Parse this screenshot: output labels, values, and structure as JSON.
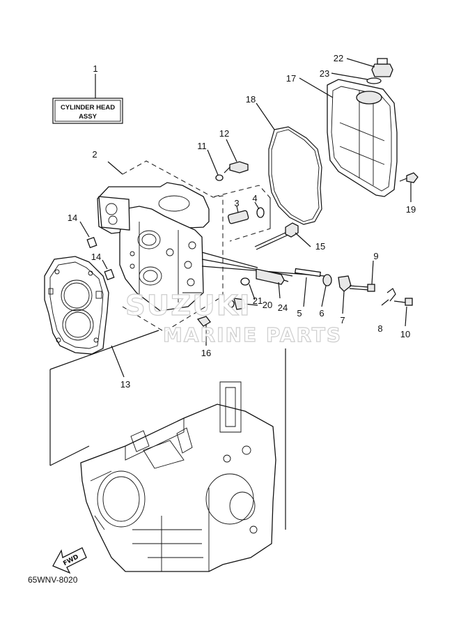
{
  "diagram_code": "65WNV-8020",
  "label_box": {
    "line1": "CYLINDER HEAD",
    "line2": "ASSY"
  },
  "fwd_arrow": "FWD",
  "watermark": {
    "line1": "SUZUKI",
    "line2": "MARINE PARTS"
  },
  "parts": {
    "p1": "1",
    "p2": "2",
    "p3": "3",
    "p4": "4",
    "p5": "5",
    "p6": "6",
    "p7": "7",
    "p8": "8",
    "p9": "9",
    "p10": "10",
    "p11": "11",
    "p12": "12",
    "p13": "13",
    "p14a": "14",
    "p14b": "14",
    "p15": "15",
    "p16": "16",
    "p17": "17",
    "p18": "18",
    "p19": "19",
    "p20": "20",
    "p21": "21",
    "p22": "22",
    "p23": "23",
    "p24": "24"
  }
}
